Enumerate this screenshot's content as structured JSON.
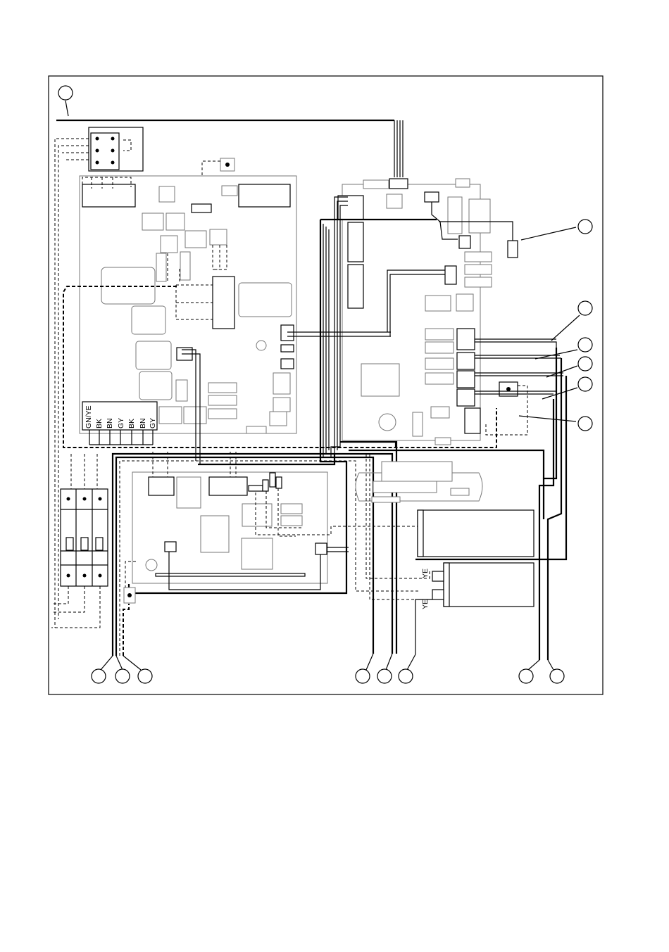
{
  "terminal_labels": [
    "GN/YE",
    "BK",
    "BN",
    "GY",
    "BK",
    "BN",
    "GY"
  ],
  "wire_labels": [
    "YE",
    "YE"
  ]
}
